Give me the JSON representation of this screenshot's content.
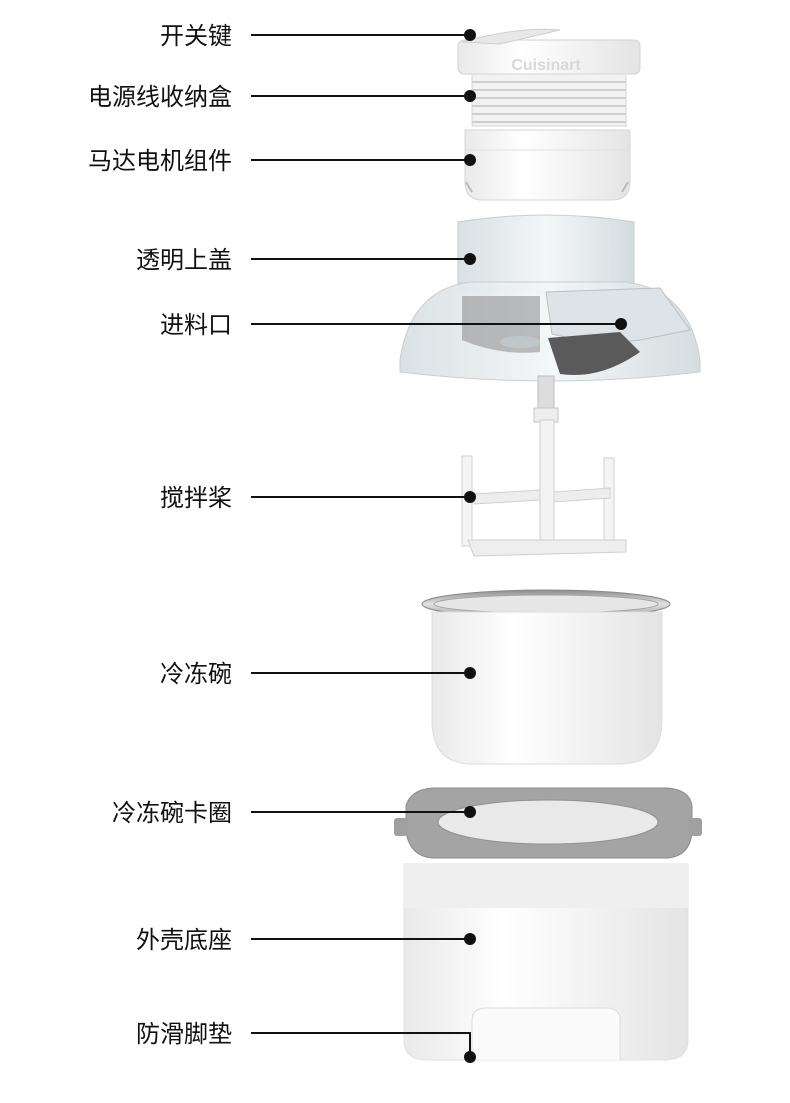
{
  "brand": "Cuisinart",
  "callouts": [
    {
      "label": "开关键"
    },
    {
      "label": "电源线收纳盒"
    },
    {
      "label": "马达电机组件"
    },
    {
      "label": "透明上盖"
    },
    {
      "label": "进料口"
    },
    {
      "label": "搅拌桨"
    },
    {
      "label": "冷冻碗"
    },
    {
      "label": "冷冻碗卡圈"
    },
    {
      "label": "外壳底座"
    },
    {
      "label": "防滑脚垫"
    }
  ],
  "colors": {
    "line": "#111111",
    "body_white": "#f6f6f6",
    "rim_steel": "#b8b8b8",
    "ring_gray": "#9a9a9a",
    "lid_clear": "#e6ecef",
    "feed_dark": "#5a5a5a"
  }
}
